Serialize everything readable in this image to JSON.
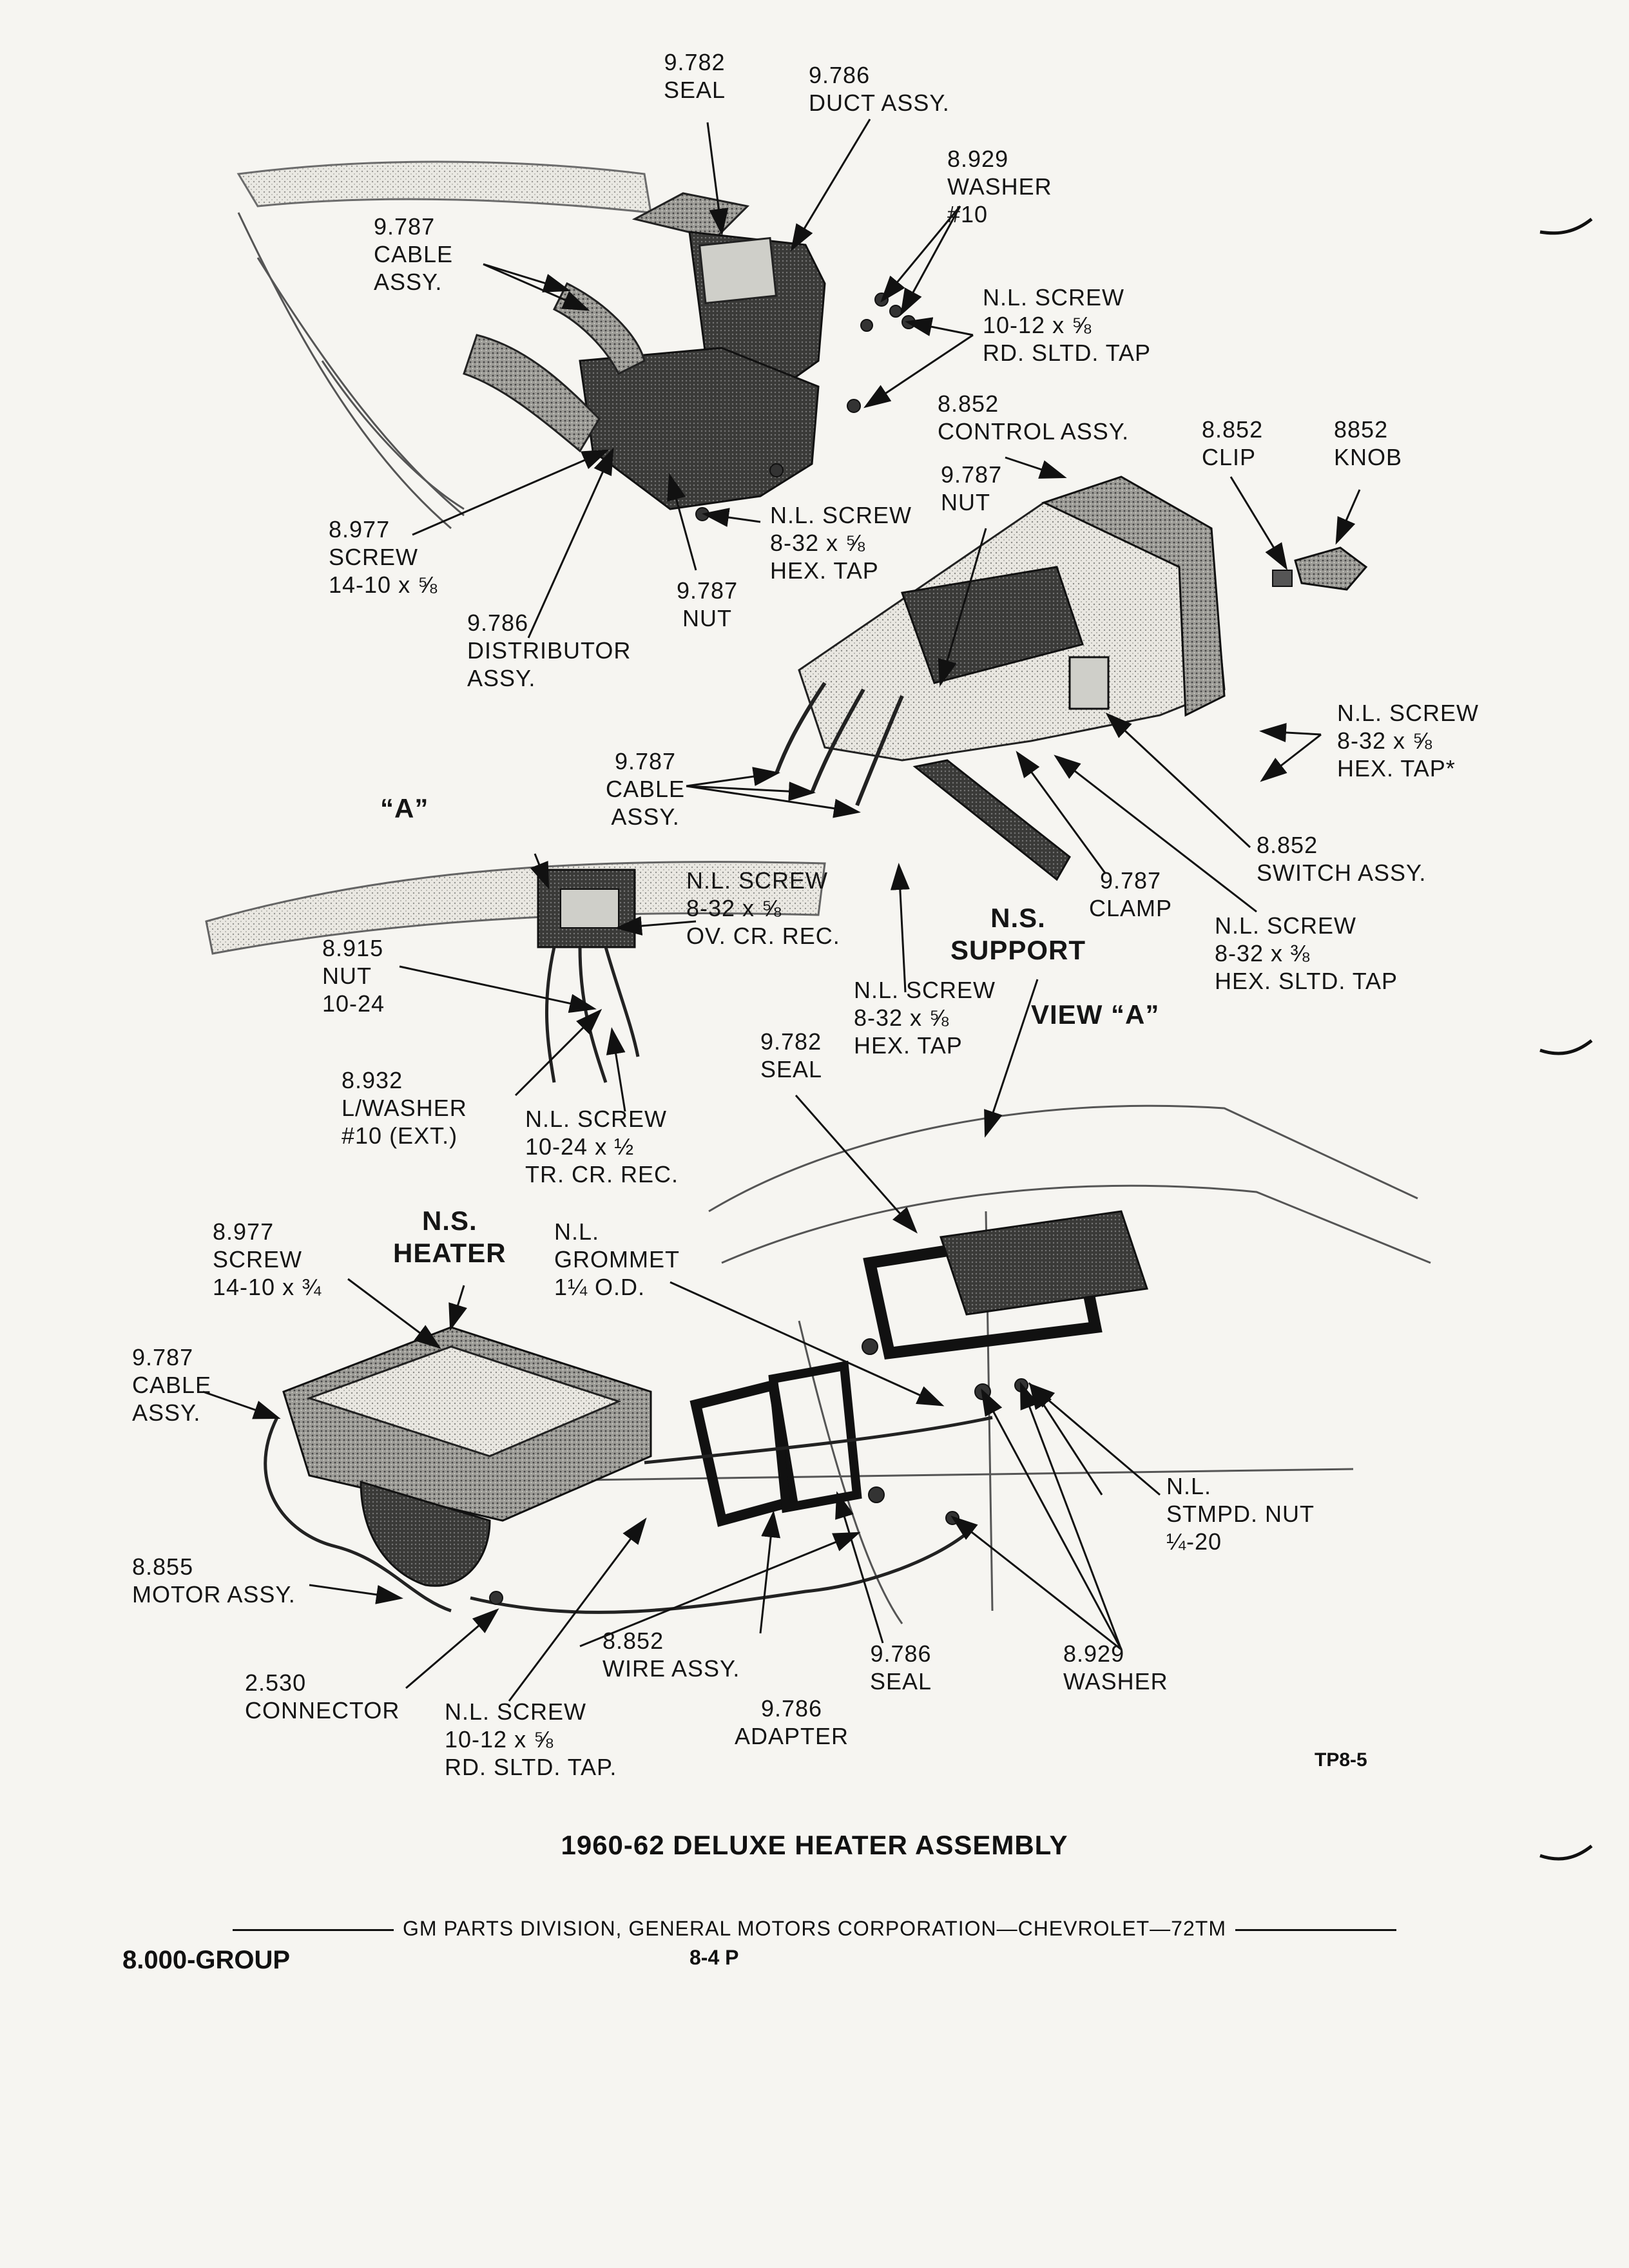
{
  "diagram": {
    "title": "1960-62 DELUXE HEATER ASSEMBLY",
    "figure_number": "TP8-5",
    "view_label": "VIEW “A”",
    "detail_callout": "“A”",
    "labels": {
      "seal_top": "9.782\nSEAL",
      "duct_assy": "9.786\nDUCT ASSY.",
      "washer_10_top": "8.929\nWASHER\n#10",
      "cable_assy_top": "9.787\nCABLE\nASSY.",
      "screw_rd_sltd_top": "N.L. SCREW\n10-12 x ⅝\nRD. SLTD. TAP",
      "control_assy": "8.852\nCONTROL ASSY.",
      "clip": "8.852\nCLIP",
      "knob": "8852\nKNOB",
      "nut_control": "9.787\nNUT",
      "screw_8_32_hex_top": "N.L. SCREW\n8-32 x ⅝\nHEX. TAP",
      "screw_14_10_58": "8.977\nSCREW\n14-10 x ⅝",
      "nut_dist": "9.787\nNUT",
      "distributor_assy": "9.786\nDISTRIBUTOR\nASSY.",
      "screw_8_32_hex_right": "N.L. SCREW\n8-32 x ⅝\nHEX. TAP*",
      "cable_assy_mid": "9.787\nCABLE\nASSY.",
      "switch_assy": "8.852\nSWITCH ASSY.",
      "clamp": "9.787\nCLAMP",
      "screw_ov_cr": "N.L. SCREW\n8-32 x ⅝\nOV. CR. REC.",
      "ns_support": "N.S.\nSUPPORT",
      "screw_hex_sltd": "N.L. SCREW\n8-32 x ⅜\nHEX. SLTD. TAP",
      "nut_10_24": "8.915\nNUT\n10-24",
      "screw_8_32_hex_mid": "N.L. SCREW\n8-32 x ⅝\nHEX. TAP",
      "seal_lower": "9.782\nSEAL",
      "lwasher": "8.932\nL/WASHER\n#10 (EXT.)",
      "screw_tr_cr": "N.L. SCREW\n10-24 x ½\nTR. CR. REC.",
      "screw_14_10_34": "8.977\nSCREW\n14-10 x ¾",
      "ns_heater": "N.S.\nHEATER",
      "grommet": "N.L.\nGROMMET\n1¼ O.D.",
      "cable_assy_low": "9.787\nCABLE\nASSY.",
      "stmpd_nut": "N.L.\nSTMPD. NUT\n¼-20",
      "motor_assy": "8.855\nMOTOR ASSY.",
      "wire_assy": "8.852\nWIRE ASSY.",
      "seal_adapter": "9.786\nSEAL",
      "washer_low": "8.929\nWASHER",
      "connector": "2.530\nCONNECTOR",
      "screw_rd_sltd_low": "N.L. SCREW\n10-12 x ⅝\nRD. SLTD. TAP.",
      "adapter": "9.786\nADAPTER"
    }
  },
  "footer": {
    "division_line": "GM PARTS DIVISION, GENERAL MOTORS CORPORATION—CHEVROLET—72TM",
    "group": "8.000-GROUP",
    "page": "8-4 P"
  }
}
